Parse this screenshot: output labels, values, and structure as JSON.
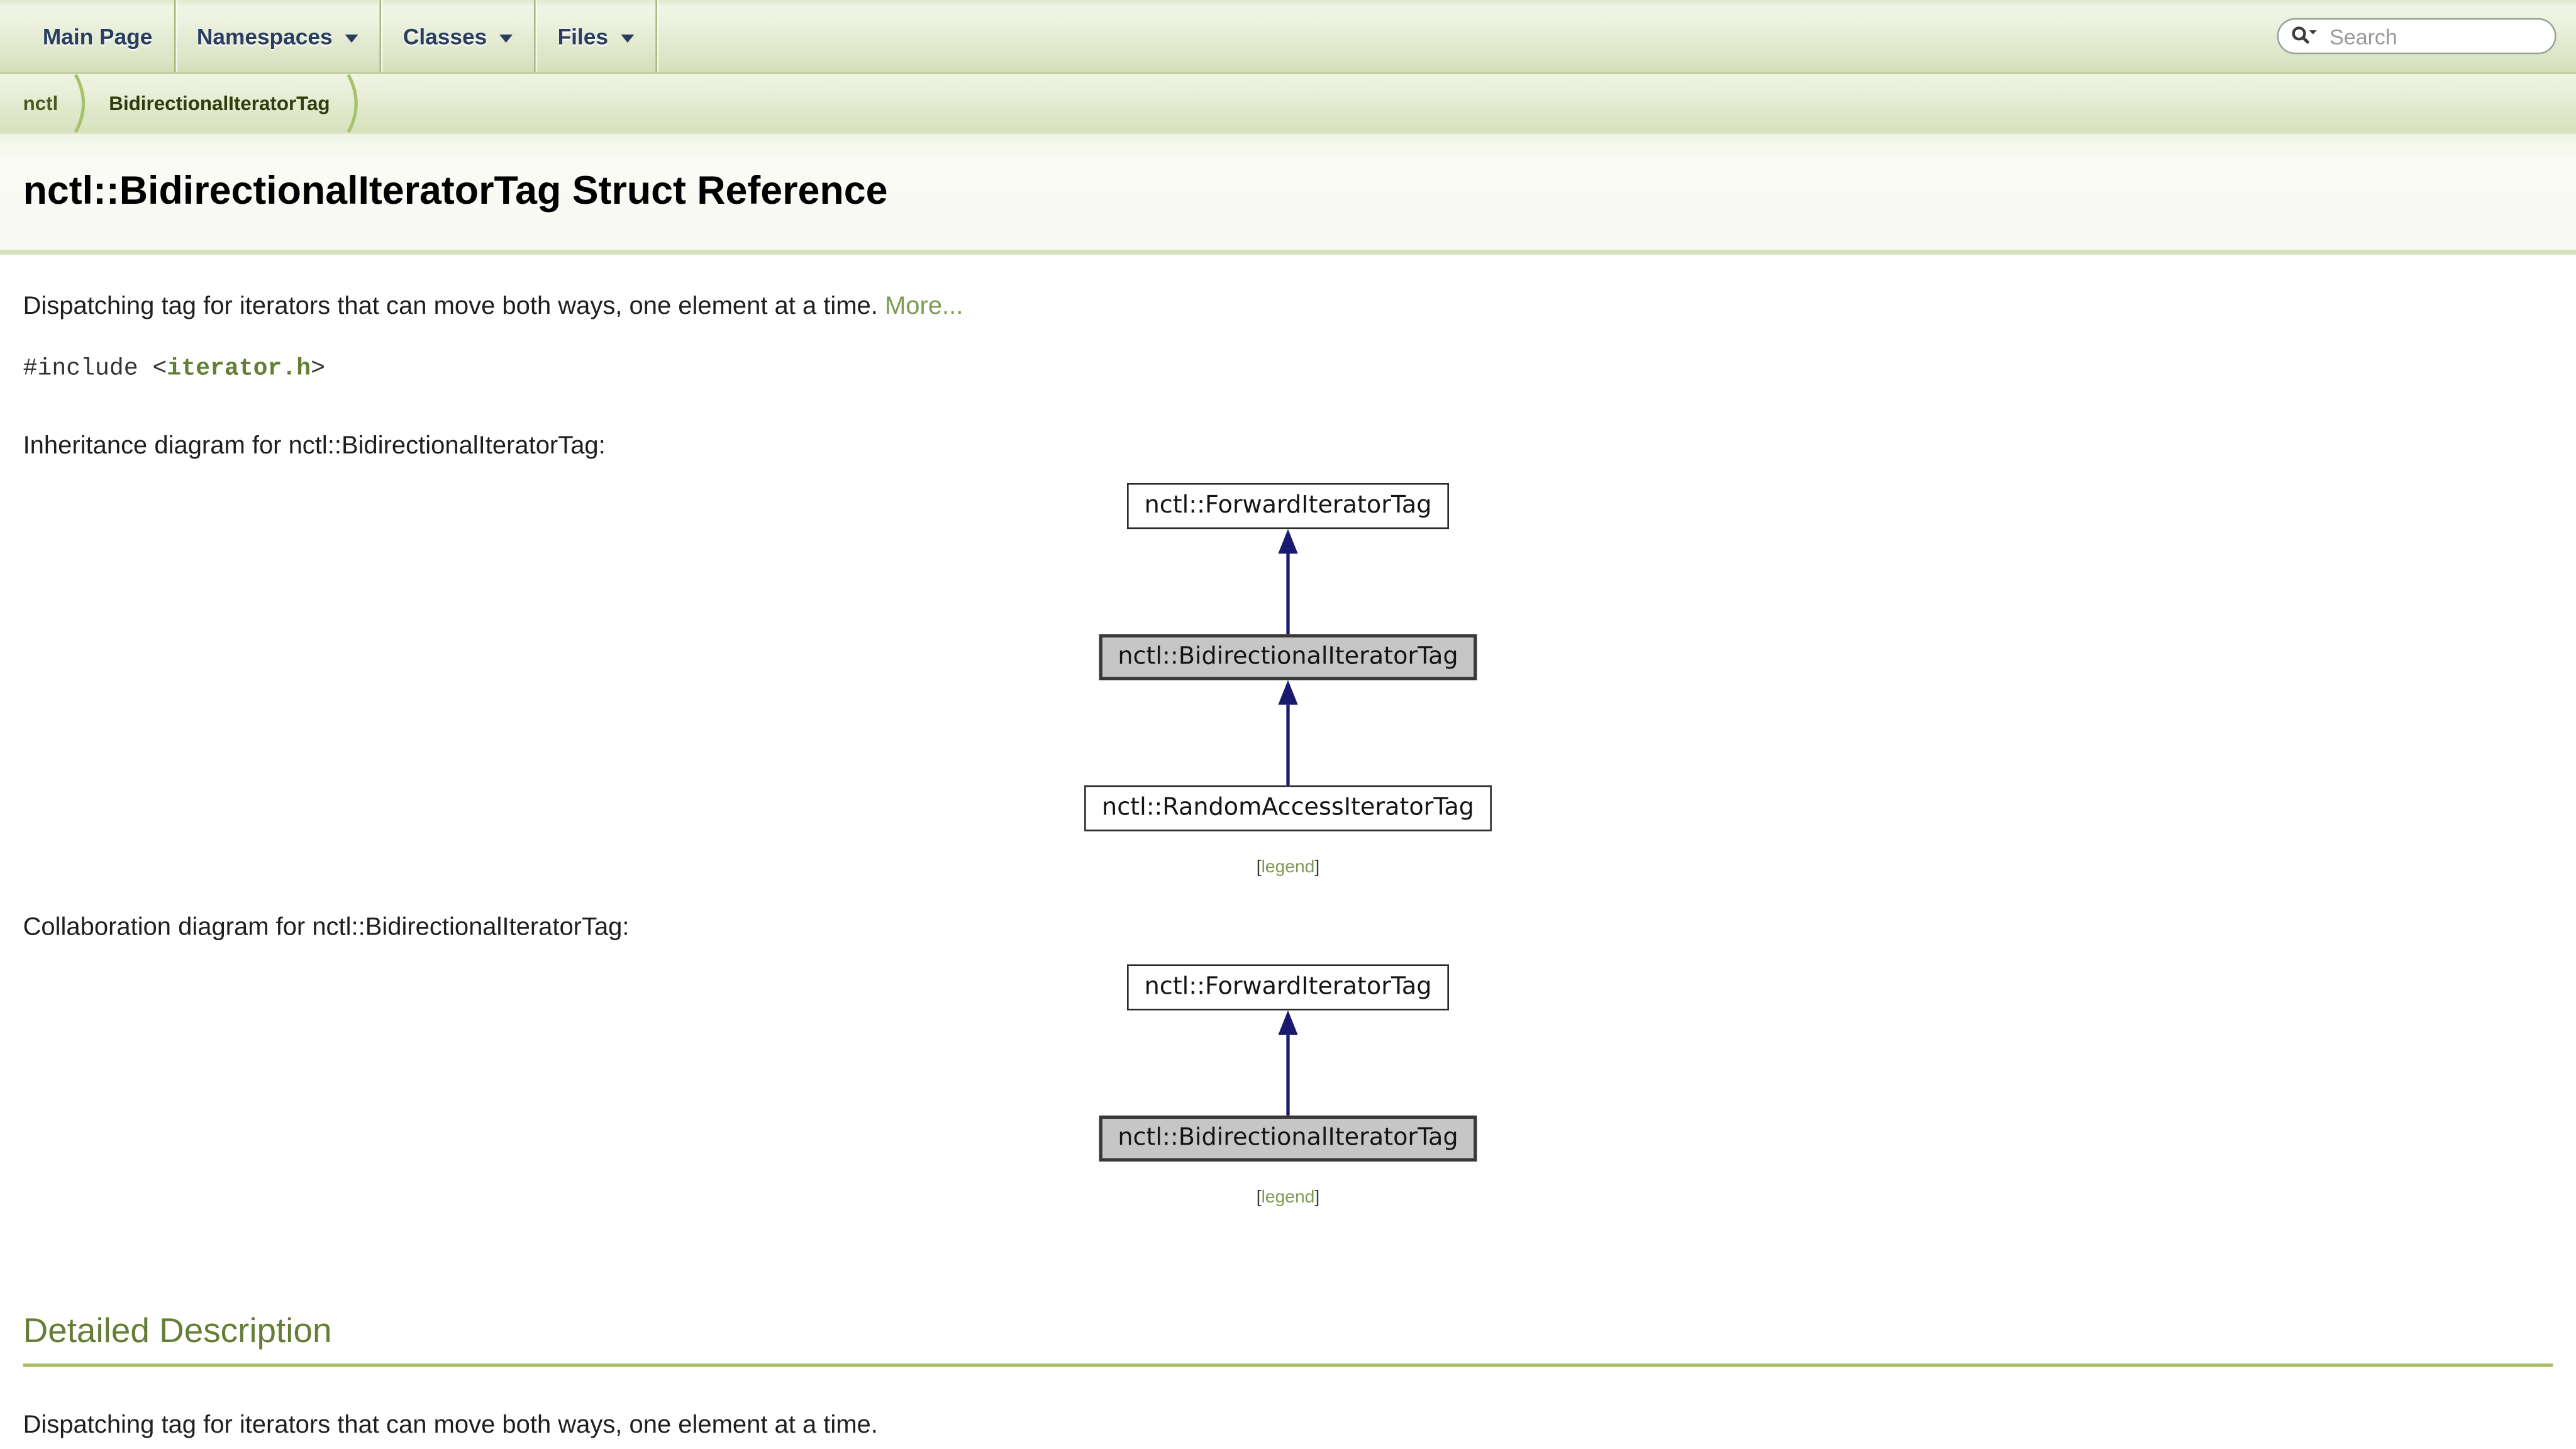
{
  "nav": {
    "tabs": [
      {
        "label": "Main Page",
        "dropdown": false
      },
      {
        "label": "Namespaces",
        "dropdown": true
      },
      {
        "label": "Classes",
        "dropdown": true
      },
      {
        "label": "Files",
        "dropdown": true
      }
    ],
    "search": {
      "placeholder": "Search"
    }
  },
  "breadcrumb": {
    "items": [
      "nctl",
      "BidirectionalIteratorTag"
    ]
  },
  "header": {
    "title": "nctl::BidirectionalIteratorTag Struct Reference"
  },
  "content": {
    "brief": "Dispatching tag for iterators that can move both ways, one element at a time.",
    "more_link": "More...",
    "include_prefix": "#include <",
    "include_file": "iterator.h",
    "include_suffix": ">",
    "inheritance_caption": "Inheritance diagram for nctl::BidirectionalIteratorTag:",
    "collaboration_caption": "Collaboration diagram for nctl::BidirectionalIteratorTag:",
    "legend_open": "[",
    "legend_label": "legend",
    "legend_close": "]",
    "detailed_heading": "Detailed Description",
    "detailed_text": "Dispatching tag for iterators that can move both ways, one element at a time."
  },
  "diagrams": {
    "inheritance": {
      "nodes": [
        {
          "label": "nctl::ForwardIteratorTag",
          "highlighted": false
        },
        {
          "label": "nctl::BidirectionalIteratorTag",
          "highlighted": true
        },
        {
          "label": "nctl::RandomAccessIteratorTag",
          "highlighted": false
        }
      ]
    },
    "collaboration": {
      "nodes": [
        {
          "label": "nctl::ForwardIteratorTag",
          "highlighted": false
        },
        {
          "label": "nctl::BidirectionalIteratorTag",
          "highlighted": true
        }
      ]
    }
  },
  "colors": {
    "tab_text": "#2a3d61",
    "link_green": "#7c9b52",
    "include_link_green": "#637f35",
    "heading_green": "#647e36",
    "rule_green": "#a8be60",
    "arrow_navy": "#191970",
    "node_highlight_fill": "#c6c6c6"
  }
}
